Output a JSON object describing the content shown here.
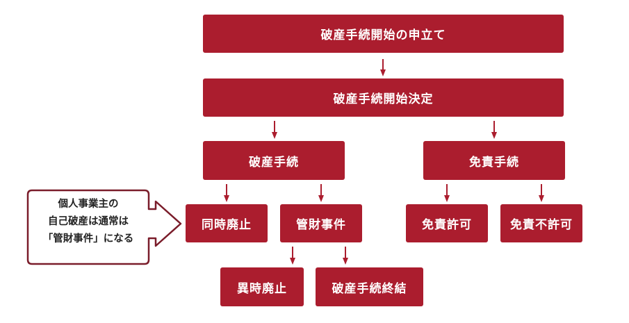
{
  "nodes": {
    "petition": "破産手続開始の申立て",
    "decision": "破産手続開始決定",
    "bankruptcy": "破産手続",
    "discharge": "免責手続",
    "simultaneous": "同時廃止",
    "administration": "管財事件",
    "discharge_granted": "免責許可",
    "discharge_denied": "免責不許可",
    "distinct_abolition": "異時廃止",
    "bankruptcy_end": "破産手続終結"
  },
  "callout": {
    "line1": "個人事業主の",
    "line2": "自己破産は通常は",
    "line3": "「管財事件」になる"
  },
  "colors": {
    "box": "#ab1d2e",
    "arrow": "#ab1d2e",
    "callout_border": "#7a1c2a",
    "text_on_box": "#ffffff"
  }
}
